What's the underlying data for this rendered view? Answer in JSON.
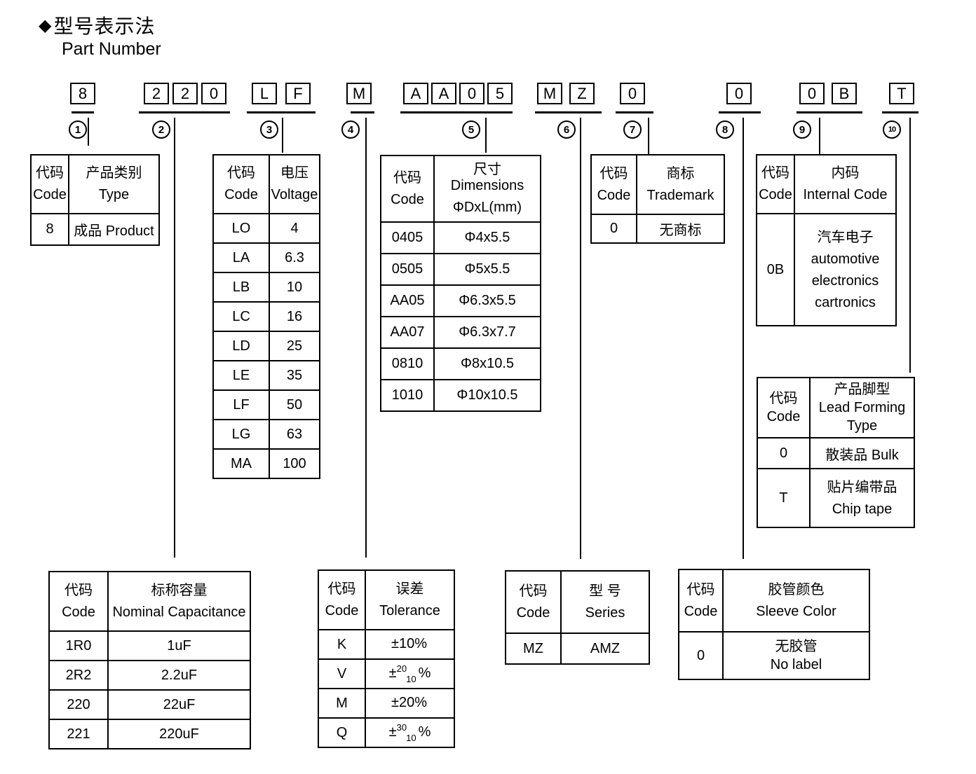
{
  "colors": {
    "ink": "#000000",
    "background": "#ffffff"
  },
  "title": {
    "bullet": "◆",
    "zh": "型号表示法",
    "en": "Part Number"
  },
  "part_code": {
    "groups": [
      {
        "num": "1",
        "boxes": [
          "8"
        ]
      },
      {
        "num": "2",
        "boxes": [
          "2",
          "2",
          "0"
        ]
      },
      {
        "num": "3",
        "boxes": [
          "L",
          "F"
        ]
      },
      {
        "num": "4",
        "boxes": [
          "M"
        ]
      },
      {
        "num": "5",
        "boxes": [
          "A",
          "A",
          "0",
          "5"
        ]
      },
      {
        "num": "6",
        "boxes": [
          "M",
          "Z"
        ]
      },
      {
        "num": "7",
        "boxes": [
          "0"
        ]
      },
      {
        "num": "8",
        "boxes": [
          "0"
        ]
      },
      {
        "num": "9",
        "boxes": [
          "0",
          "B"
        ]
      },
      {
        "num": "10",
        "boxes": [
          "T"
        ]
      }
    ]
  },
  "tables": {
    "type": {
      "header": {
        "c1zh": "代码",
        "c1en": "Code",
        "c2zh": "产品类别",
        "c2en": "Type"
      },
      "rows": [
        [
          "8",
          "成品 Product"
        ]
      ]
    },
    "voltage": {
      "header": {
        "c1zh": "代码",
        "c1en": "Code",
        "c2zh": "电压",
        "c2en": "Voltage"
      },
      "rows": [
        [
          "LO",
          "4"
        ],
        [
          "LA",
          "6.3"
        ],
        [
          "LB",
          "10"
        ],
        [
          "LC",
          "16"
        ],
        [
          "LD",
          "25"
        ],
        [
          "LE",
          "35"
        ],
        [
          "LF",
          "50"
        ],
        [
          "LG",
          "63"
        ],
        [
          "MA",
          "100"
        ]
      ]
    },
    "dimensions": {
      "header": {
        "c1zh": "代码",
        "c1en": "Code",
        "c2zh": "尺寸 Dimensions",
        "c2en": "ΦDxL(mm)"
      },
      "rows": [
        [
          "0405",
          "Φ4x5.5"
        ],
        [
          "0505",
          "Φ5x5.5"
        ],
        [
          "AA05",
          "Φ6.3x5.5"
        ],
        [
          "AA07",
          "Φ6.3x7.7"
        ],
        [
          "0810",
          "Φ8x10.5"
        ],
        [
          "1010",
          "Φ10x10.5"
        ]
      ]
    },
    "trademark": {
      "header": {
        "c1zh": "代码",
        "c1en": "Code",
        "c2zh": "商标",
        "c2en": "Trademark"
      },
      "rows": [
        [
          "0",
          "无商标"
        ]
      ]
    },
    "internal_code": {
      "header": {
        "c1zh": "代码",
        "c1en": "Code",
        "c2zh": "内码",
        "c2en": "Internal Code"
      },
      "row_code": "0B",
      "row_lines": [
        "汽车电子",
        "automotive",
        "electronics",
        "cartronics"
      ]
    },
    "lead_forming": {
      "header": {
        "c1zh": "代码",
        "c1en": "Code",
        "c2l1": "产品脚型",
        "c2l2": "Lead Forming",
        "c2l3": "Type"
      },
      "row0": {
        "code": "0",
        "value": "散装品 Bulk"
      },
      "rowT": {
        "code": "T",
        "line1": "贴片编带品",
        "line2": "Chip tape"
      }
    },
    "capacitance": {
      "header": {
        "c1zh": "代码",
        "c1en": "Code",
        "c2zh": "标称容量",
        "c2en": "Nominal Capacitance"
      },
      "rows": [
        [
          "1R0",
          "1uF"
        ],
        [
          "2R2",
          "2.2uF"
        ],
        [
          "220",
          "22uF"
        ],
        [
          "221",
          "220uF"
        ]
      ]
    },
    "tolerance": {
      "header": {
        "c1zh": "代码",
        "c1en": "Code",
        "c2zh": "误差",
        "c2en": "Tolerance"
      },
      "rows": [
        {
          "code": "K",
          "pre": "±10%",
          "sup": "",
          "sub": "",
          "post": ""
        },
        {
          "code": "V",
          "pre": "±",
          "sup": "20",
          "sub": "10",
          "post": "%"
        },
        {
          "code": "M",
          "pre": "±20%",
          "sup": "",
          "sub": "",
          "post": ""
        },
        {
          "code": "Q",
          "pre": "±",
          "sup": "30",
          "sub": "10",
          "post": "%"
        }
      ]
    },
    "series": {
      "header": {
        "c1zh": "代码",
        "c1en": "Code",
        "c2zh": "型 号",
        "c2en": "Series"
      },
      "rows": [
        [
          "MZ",
          "AMZ"
        ]
      ]
    },
    "sleeve": {
      "header": {
        "c1zh": "代码",
        "c1en": "Code",
        "c2zh": "胶管颜色",
        "c2en": "Sleeve Color"
      },
      "row": {
        "code": "0",
        "line1": "无胶管",
        "line2": "No label"
      }
    }
  }
}
